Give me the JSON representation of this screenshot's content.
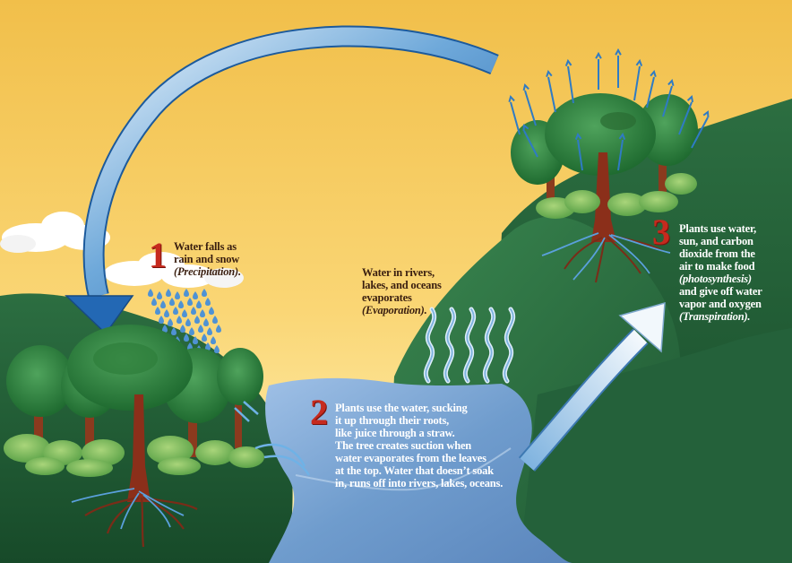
{
  "steps": [
    {
      "number": "1",
      "lines": [
        {
          "text": "Water falls as",
          "italic": false
        },
        {
          "text": "rain and snow",
          "italic": false
        },
        {
          "text": "(Precipitation).",
          "italic": true
        }
      ]
    },
    {
      "number": "2",
      "lines": [
        {
          "text": "Plants use the water, sucking",
          "italic": false
        },
        {
          "text": "it up through their roots,",
          "italic": false
        },
        {
          "text": "like juice through a straw.",
          "italic": false
        },
        {
          "text": "The tree creates suction when",
          "italic": false
        },
        {
          "text": "water evaporates from the leaves",
          "italic": false
        },
        {
          "text": "at the top. Water that doesn’t soak",
          "italic": false
        },
        {
          "text": "in, runs off into rivers, lakes, oceans.",
          "italic": false
        }
      ]
    },
    {
      "number": "3",
      "lines": [
        {
          "text": "Plants use water,",
          "italic": false
        },
        {
          "text": "sun, and carbon",
          "italic": false
        },
        {
          "text": "dioxide from the",
          "italic": false
        },
        {
          "text": "air to make food",
          "italic": false
        },
        {
          "text": "(photosynthesis)",
          "italic": true
        },
        {
          "text": "and give off water",
          "italic": false
        },
        {
          "text": "vapor and oxygen",
          "italic": false
        },
        {
          "text": "(Transpiration).",
          "italic": true
        }
      ]
    }
  ],
  "evaporation": {
    "lines": [
      {
        "text": "Water in rivers,",
        "italic": false
      },
      {
        "text": "lakes, and oceans",
        "italic": false
      },
      {
        "text": "evaporates",
        "italic": false
      },
      {
        "text": "(Evaporation).",
        "italic": true
      }
    ]
  },
  "colors": {
    "sky_top": "#f2c75a",
    "sky_bottom": "#fff3b0",
    "hill_dark": "#1f5a33",
    "hill_light": "#2f7a45",
    "water": "#6f9ccd",
    "number_red": "#c62a1e",
    "arrow_blue": "#2f7bc4"
  }
}
